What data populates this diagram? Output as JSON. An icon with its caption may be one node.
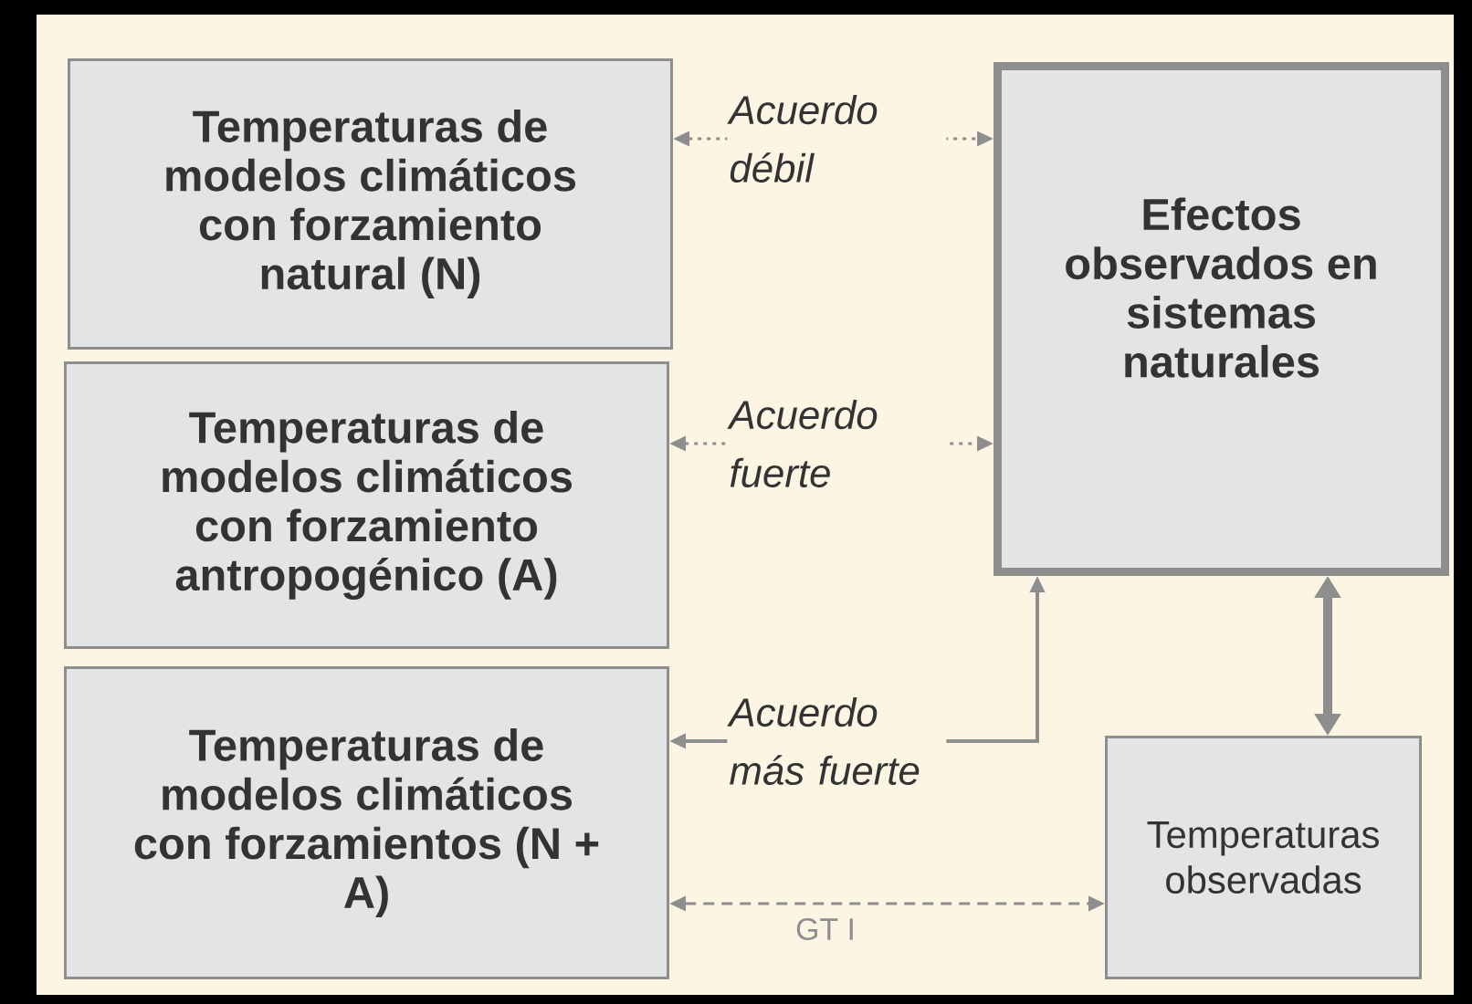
{
  "diagram": {
    "nodes": [
      {
        "text": [
          "Temperaturas de modelos climáticos con forzamiento natural (N)"
        ]
      },
      {
        "text": [
          "Temperaturas de modelos climáticos con forzamiento antropogénico (A)"
        ]
      },
      {
        "text": [
          "Temperaturas de modelos climáticos con forzamientos (N + A)"
        ]
      },
      {
        "text": [
          "Efectos observados en sistemas naturales"
        ]
      },
      {
        "text": [
          "Temperaturas observadas"
        ]
      }
    ],
    "edges": [
      {
        "from": 0,
        "to": 3,
        "arrow": "both",
        "label": "Acuerdo débil",
        "style": "dashed"
      },
      {
        "from": 1,
        "to": 3,
        "arrow": "both",
        "label": "Acuerdo fuerte",
        "style": "dashed"
      },
      {
        "from": 3,
        "to": 2,
        "arrow": "both",
        "label": "Acuerdo más fuerte"
      },
      {
        "from": 3,
        "to": 4,
        "arrow": "both",
        "style": "thick"
      },
      {
        "from": 2,
        "to": 4,
        "arrow": "both",
        "label": "GT I",
        "style": "dashed"
      }
    ]
  }
}
